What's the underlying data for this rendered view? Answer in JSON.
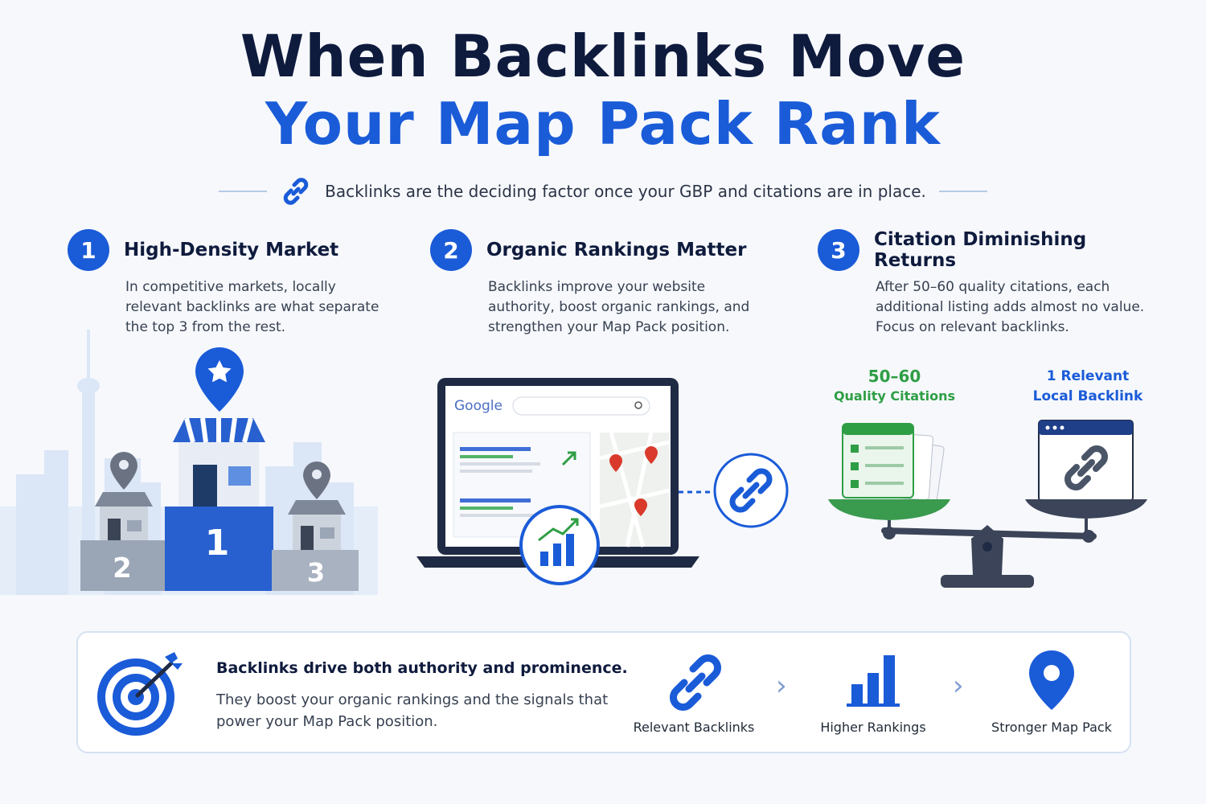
{
  "title": {
    "line1": "When Backlinks Move",
    "line2": "Your Map Pack Rank"
  },
  "subtitle": "Backlinks are the deciding factor once your GBP and citations are in place.",
  "columns": [
    {
      "number": "1",
      "title": "High-Density Market",
      "body": "In competitive markets, locally relevant backlinks are what separate the top 3 from the rest."
    },
    {
      "number": "2",
      "title": "Organic Rankings Matter",
      "body": "Backlinks improve your website authority, boost organic rankings, and strengthen your Map Pack position."
    },
    {
      "number": "3",
      "title": "Citation Diminishing Returns",
      "body": "After 50–60 quality citations, each additional listing adds almost no value. Focus on relevant backlinks."
    }
  ],
  "podium": {
    "first": "1",
    "second": "2",
    "third": "3"
  },
  "laptop": {
    "logo": "Google"
  },
  "scale": {
    "left_line1": "50–60",
    "left_line2": "Quality Citations",
    "right_line1": "1 Relevant",
    "right_line2": "Local Backlink"
  },
  "bottom": {
    "heading": "Backlinks drive both authority and prominence.",
    "text": "They boost your organic rankings and the signals that power your Map Pack position.",
    "flow": [
      {
        "label": "Relevant Backlinks",
        "icon": "link-icon"
      },
      {
        "label": "Higher Rankings",
        "icon": "bar-chart-icon"
      },
      {
        "label": "Stronger Map Pack",
        "icon": "map-pin-icon"
      }
    ]
  },
  "colors": {
    "primary": "#1a5bd8",
    "dark": "#0f1b3d",
    "green": "#2e9e44",
    "red": "#d93a2b"
  }
}
